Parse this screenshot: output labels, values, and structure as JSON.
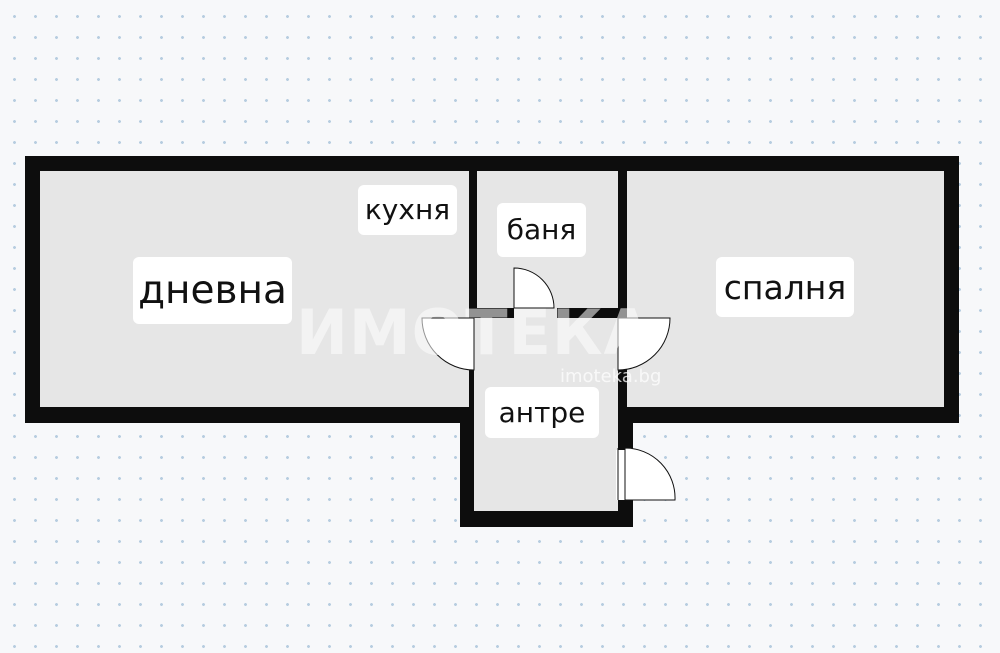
{
  "rooms": {
    "living_room": "дневна",
    "kitchen": "кухня",
    "bathroom": "баня",
    "bedroom": "спалня",
    "hallway": "антре"
  },
  "watermark": {
    "logo_text": "ИМОТЕКА",
    "url": "imoteka.bg"
  },
  "colors": {
    "wall": "#0d0d0d",
    "floor": "#e6e6e6",
    "label_bg": "#ffffff",
    "grid_dot": "#b7cde0"
  }
}
